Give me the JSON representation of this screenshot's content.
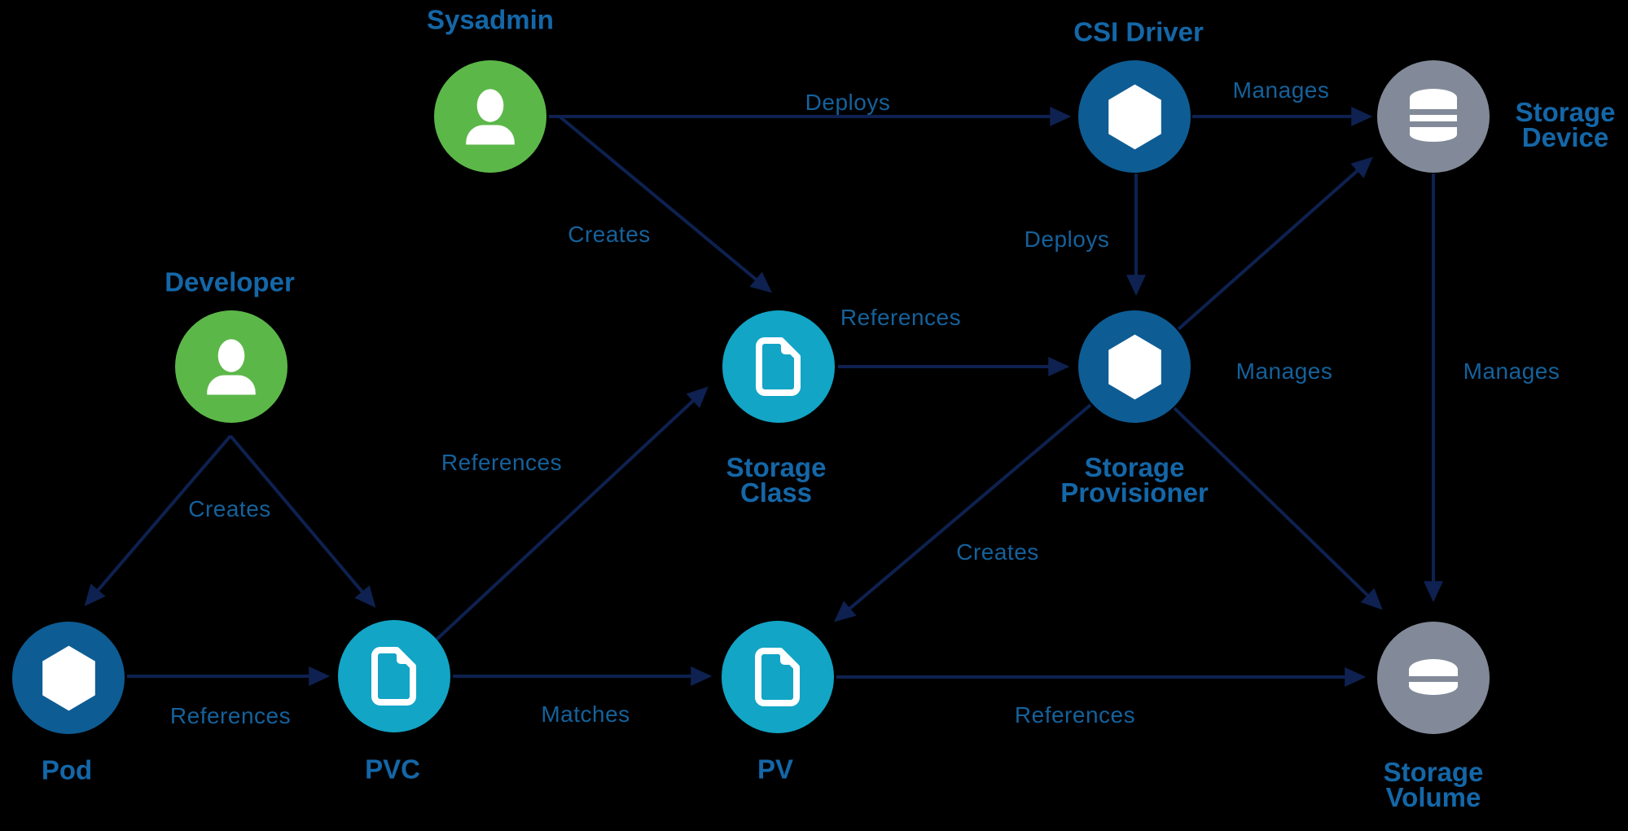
{
  "diagram": {
    "title_implied": "Kubernetes CSI storage provisioning relationships",
    "colors": {
      "background": "#000000",
      "actor_green": "#5cb749",
      "component_blue": "#0e5c94",
      "resource_cyan": "#12a5c6",
      "device_gray": "#828a99",
      "edge_line_navy": "#0e2150",
      "node_title_blue": "#1467a8",
      "edge_label_blue": "#15619b",
      "icon_white": "#ffffff"
    },
    "nodes": [
      {
        "id": "sysadmin",
        "label": "Sysadmin",
        "icon": "person-icon",
        "color": "actor_green"
      },
      {
        "id": "csi-driver",
        "label": "CSI Driver",
        "icon": "hexagon-icon",
        "color": "component_blue"
      },
      {
        "id": "storage-device",
        "label": "Storage Device",
        "icon": "database-icon",
        "color": "device_gray"
      },
      {
        "id": "developer",
        "label": "Developer",
        "icon": "person-icon",
        "color": "actor_green"
      },
      {
        "id": "storage-class",
        "label": "Storage Class",
        "icon": "document-icon",
        "color": "resource_cyan"
      },
      {
        "id": "storage-provisioner",
        "label": "Storage Provisioner",
        "icon": "hexagon-icon",
        "color": "component_blue"
      },
      {
        "id": "pod",
        "label": "Pod",
        "icon": "hexagon-icon",
        "color": "component_blue"
      },
      {
        "id": "pvc",
        "label": "PVC",
        "icon": "document-icon",
        "color": "resource_cyan"
      },
      {
        "id": "pv",
        "label": "PV",
        "icon": "document-icon",
        "color": "resource_cyan"
      },
      {
        "id": "storage-volume",
        "label": "Storage Volume",
        "icon": "disk-icon",
        "color": "device_gray"
      }
    ],
    "edge_labels": [
      {
        "from": "sysadmin",
        "to": "csi-driver",
        "text": "Deploys"
      },
      {
        "from": "csi-driver",
        "to": "storage-device",
        "text": "Manages"
      },
      {
        "from": "sysadmin",
        "to": "storage-class",
        "text": "Creates"
      },
      {
        "from": "csi-driver",
        "to": "storage-provisioner",
        "text": "Deploys"
      },
      {
        "from": "storage-class",
        "to": "storage-provisioner",
        "text": "References"
      },
      {
        "from": "pvc",
        "to": "storage-class",
        "text": "References"
      },
      {
        "from": "storage-provisioner",
        "to": "storage-device",
        "text": "Manages"
      },
      {
        "from": "storage-device",
        "to": "storage-volume",
        "text": "Manages"
      },
      {
        "from": "developer",
        "to": "pod-and-pvc",
        "text": "Creates"
      },
      {
        "from": "pod",
        "to": "pvc",
        "text": "References"
      },
      {
        "from": "pvc",
        "to": "pv",
        "text": "Matches"
      },
      {
        "from": "storage-provisioner",
        "to": "pv",
        "text": "Creates"
      },
      {
        "from": "pv",
        "to": "storage-volume",
        "text": "References"
      }
    ]
  }
}
